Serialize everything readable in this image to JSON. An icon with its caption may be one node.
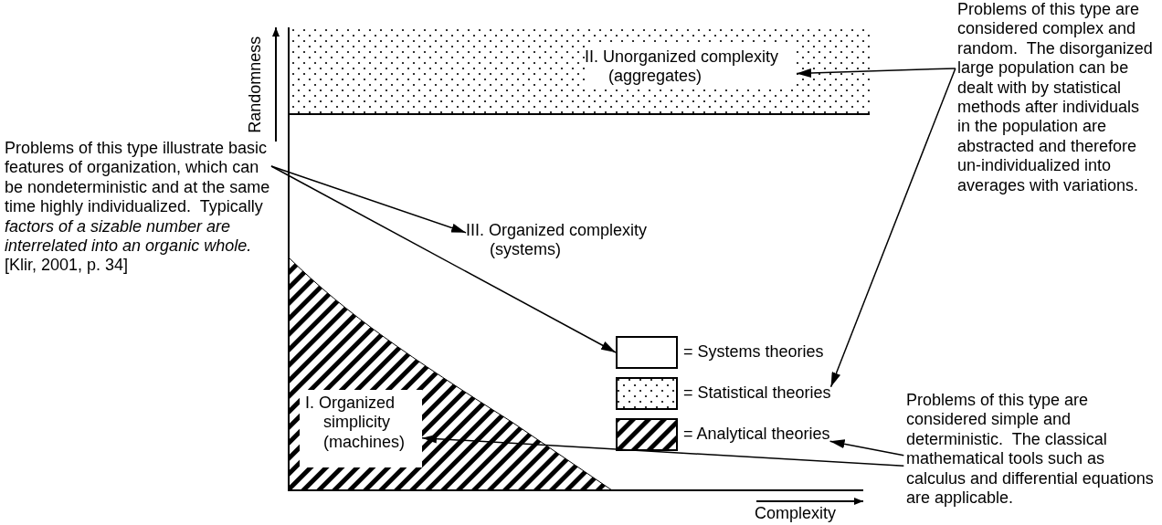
{
  "diagram": {
    "nodes": [
      {
        "text": [
          "Problems of this type illustrate basic features of organization, which can be nondeterministic and at the same time highly individualized.  Typically *factors of a sizable number are interrelated into an organic whole.* [Klir, 2001, p. 34]"
        ]
      },
      {
        "text": [
          "III. Organized complexity (systems)"
        ]
      },
      {
        "text": [
          "II. Unorganized complexity (aggregates)"
        ]
      },
      {
        "text": [
          "Problems of this type are considered complex and random.  The disorganized large population can be dealt with by statistical methods after individuals in the population are abstracted and therefore un-individualized into averages with variations."
        ]
      },
      {
        "text": [
          "I. Organized simplicity (machines)"
        ]
      },
      {
        "text": [],
        "shape": "box",
        "beside": [
          "= Systems theories"
        ]
      },
      {
        "text": [],
        "shape": "box",
        "beside": [
          "= Statistical theories"
        ]
      },
      {
        "text": [],
        "shape": "box",
        "beside": [
          "= Analytical theories"
        ]
      },
      {
        "text": [
          "Problems of this type are considered simple and deterministic.  The classical mathematical tools such as calculus and differential equations are applicable."
        ]
      }
    ],
    "edges": [
      {
        "from": 0,
        "to": 1,
        "arrow": "to"
      },
      {
        "from": 0,
        "to": 5,
        "arrow": "to"
      },
      {
        "from": 3,
        "to": 2,
        "arrow": "to"
      },
      {
        "from": 3,
        "to": 6,
        "arrow": "to"
      },
      {
        "from": 8,
        "to": 4,
        "arrow": "to"
      },
      {
        "from": 8,
        "to": 7,
        "arrow": "to"
      }
    ],
    "labels": [
      "Randomness",
      "Complexity"
    ]
  }
}
